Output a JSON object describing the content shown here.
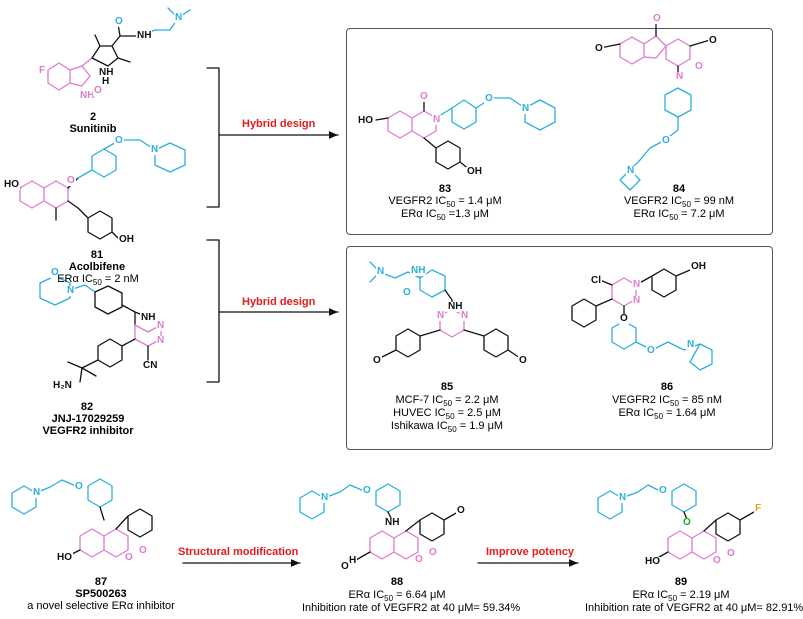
{
  "compounds": {
    "c2": {
      "number": "2",
      "name": "Sunitinib"
    },
    "c81": {
      "number": "81",
      "name": "Acolbifene",
      "activity_pre": "ERα IC",
      "activity_sub": "50",
      "activity_post": " = 2 nM"
    },
    "c82": {
      "number": "82",
      "name": "JNJ-17029259",
      "desc": "VEGFR2 inhibitor"
    },
    "c83": {
      "number": "83",
      "line1_pre": "VEGFR2 IC",
      "line1_sub": "50",
      "line1_post": " = 1.4 μM",
      "line2_pre": "ERα IC",
      "line2_sub": "50",
      "line2_post": " =1.3 μM"
    },
    "c84": {
      "number": "84",
      "line1_pre": "VEGFR2 IC",
      "line1_sub": "50",
      "line1_post": " = 99 nM",
      "line2_pre": "ERα IC",
      "line2_sub": "50",
      "line2_post": " = 7.2 μM"
    },
    "c85": {
      "number": "85",
      "line1_pre": "MCF-7 IC",
      "line1_sub": "50",
      "line1_post": " =  2.2 μM",
      "line2_pre": "HUVEC IC",
      "line2_sub": "50",
      "line2_post": " = 2.5 μM",
      "line3_pre": "Ishikawa IC",
      "line3_sub": "50",
      "line3_post": " = 1.9 μM"
    },
    "c86": {
      "number": "86",
      "line1_pre": "VEGFR2 IC",
      "line1_sub": "50",
      "line1_post": " = 85 nM",
      "line2_pre": "ERα IC",
      "line2_sub": "50",
      "line2_post": " = 1.64 μM"
    },
    "c87": {
      "number": "87",
      "name": "SP500263",
      "desc": "a novel selective ERα inhibitor"
    },
    "c88": {
      "number": "88",
      "line1_pre": "ERα IC",
      "line1_sub": "50",
      "line1_post": " = 6.64 μM",
      "line2": "Inhibition rate of VEGFR2 at 40 μM= 59.34%"
    },
    "c89": {
      "number": "89",
      "line1_pre": "ERα IC",
      "line1_sub": "50",
      "line1_post": " = 2.19 μM",
      "line2": "Inhibition rate of VEGFR2 at 40 μM= 82.91%"
    }
  },
  "arrows": {
    "hybrid_top": "Hybrid design",
    "hybrid_bottom": "Hybrid design",
    "structural": "Structural modification",
    "potency": "Improve potency"
  },
  "atoms": {
    "O": "O",
    "N": "N",
    "NH": "NH",
    "HN": "HN",
    "H": "H",
    "F": "F",
    "Cl": "Cl",
    "HO": "HO",
    "OH": "OH",
    "H2N": "H₂N",
    "CN": "CN"
  },
  "colors": {
    "red_label": "#e21b1b",
    "pink": "#e07ad0",
    "cyan": "#2bb0dc",
    "green": "#1ea51e",
    "orange": "#e8a020"
  }
}
